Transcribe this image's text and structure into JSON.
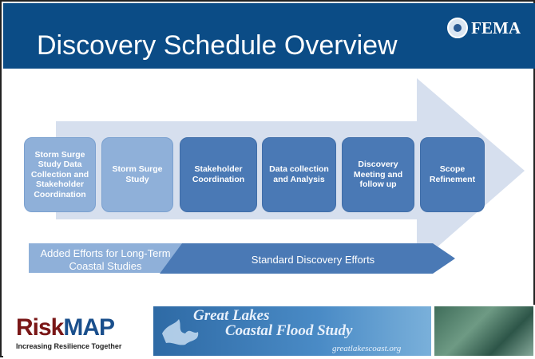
{
  "header": {
    "title": "Discovery Schedule Overview",
    "logo_text": "FEMA"
  },
  "process": {
    "steps": [
      {
        "label": "Storm Surge Study Data Collection and Stakeholder Coordination",
        "style": "light"
      },
      {
        "label": "Storm Surge Study",
        "style": "light"
      },
      {
        "label": "Stakeholder Coordination",
        "style": "dark"
      },
      {
        "label": "Data collection and Analysis",
        "style": "dark"
      },
      {
        "label": "Discovery Meeting and follow up",
        "style": "dark"
      },
      {
        "label": "Scope Refinement",
        "style": "dark"
      }
    ],
    "phases": [
      {
        "label": "Added Efforts for Long-Term Coastal Studies"
      },
      {
        "label": "Standard Discovery Efforts"
      }
    ]
  },
  "footer": {
    "riskmap_risk": "Risk",
    "riskmap_map": "MAP",
    "tagline": "Increasing Resilience Together",
    "banner_line1": "Great Lakes",
    "banner_line2": "Coastal Flood Study",
    "banner_site": "greatlakescoast.org"
  },
  "colors": {
    "header_bg": "#0b4c86",
    "light_step": "#8fb0d9",
    "dark_step": "#4a79b5",
    "arrow": "#d6dfee"
  }
}
